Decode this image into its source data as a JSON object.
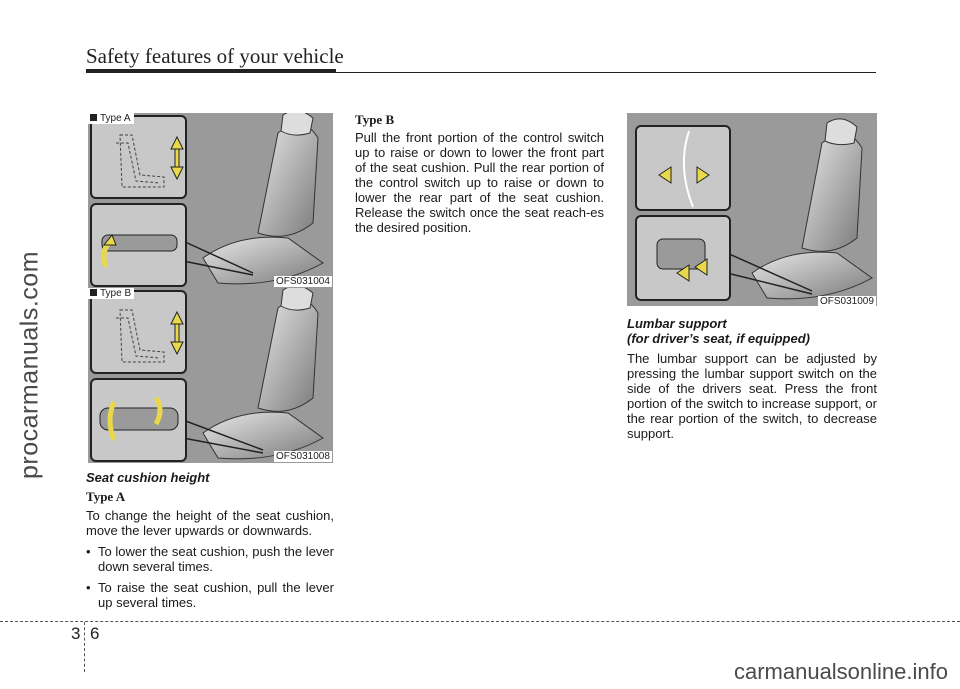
{
  "header": {
    "title": "Safety features of your vehicle"
  },
  "watermarks": {
    "side": "procarmanuals.com",
    "footer": "carmanualsonline.info"
  },
  "figures": [
    {
      "tag": "Type A",
      "code": "OFS031004"
    },
    {
      "tag": "Type B",
      "code": "OFS031008"
    },
    {
      "code": "OFS031009"
    }
  ],
  "col1": {
    "heading": "Seat cushion height",
    "type_a": "Type A",
    "para": "To change the height of the seat cushion, move the lever upwards or downwards.",
    "bullets": [
      "To lower the seat cushion, push the lever down several times.",
      "To raise the seat cushion, pull the lever up several times."
    ]
  },
  "col2": {
    "type_b": "Type B",
    "para": "Pull the front portion of the control switch up to raise or down to lower the front part of the seat cushion. Pull the rear portion of the control switch up to raise or down to lower the rear part of the seat cushion. Release the switch once the seat reach-es the desired position."
  },
  "col3": {
    "heading_line1": "Lumbar support",
    "heading_line2": "(for driver’s seat, if equipped)",
    "para": "The lumbar support can be adjusted by pressing the lumbar support switch on the side of the drivers seat. Press the front portion of the switch to increase support, or the rear portion of the switch, to decrease support."
  },
  "footer": {
    "page_chapter": "3",
    "page_number": "6"
  }
}
